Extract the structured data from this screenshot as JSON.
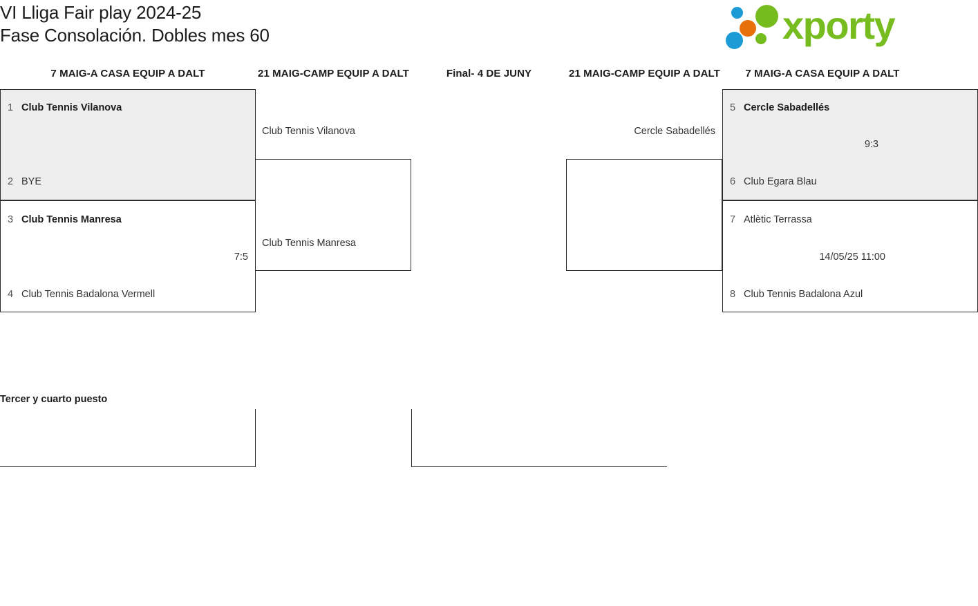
{
  "header": {
    "title_line1": "VI Lliga Fair play 2024-25",
    "title_line2": "Fase Consolación. Dobles mes 60",
    "logo_text": "xporty"
  },
  "bracket": {
    "round_headers": [
      "7 MAIG-A CASA EQUIP A DALT",
      "21 MAIG-CAMP EQUIP A DALT",
      "Final- 4 DE JUNY",
      "21 MAIG-CAMP EQUIP A DALT",
      "7 MAIG-A CASA EQUIP A DALT"
    ],
    "matches": {
      "left_qf1": {
        "seed_top": "1",
        "team_top": "Club Tennis Vilanova",
        "seed_bottom": "2",
        "team_bottom": "BYE",
        "result": ""
      },
      "left_qf2": {
        "seed_top": "3",
        "team_top": "Club Tennis Manresa",
        "seed_bottom": "4",
        "team_bottom": "Club Tennis Badalona Vermell",
        "result": "7:5"
      },
      "right_qf1": {
        "seed_top": "5",
        "team_top": "Cercle Sabadellés",
        "seed_bottom": "6",
        "team_bottom": "Club Egara Blau",
        "result": "9:3"
      },
      "right_qf2": {
        "seed_top": "7",
        "team_top": "Atlètic Terrassa",
        "seed_bottom": "8",
        "team_bottom": "Club Tennis Badalona Azul",
        "result": "14/05/25 11:00"
      },
      "left_sf": {
        "team_top": "Club Tennis Vilanova",
        "team_bottom": "Club Tennis Manresa",
        "result": ""
      },
      "right_sf": {
        "team_top": "Cercle Sabadellés",
        "team_bottom": "",
        "result": ""
      },
      "final": {
        "team_top": "",
        "team_bottom": "",
        "result": ""
      }
    }
  },
  "third_place": {
    "title": "Tercer y cuarto puesto",
    "left_team": "",
    "right_team": ""
  },
  "colors": {
    "logo_green": "#77bc1f",
    "logo_blue": "#1b9ad6",
    "logo_orange": "#e8700a",
    "shaded_row": "#eeeeee",
    "border": "#2b2b2b"
  }
}
